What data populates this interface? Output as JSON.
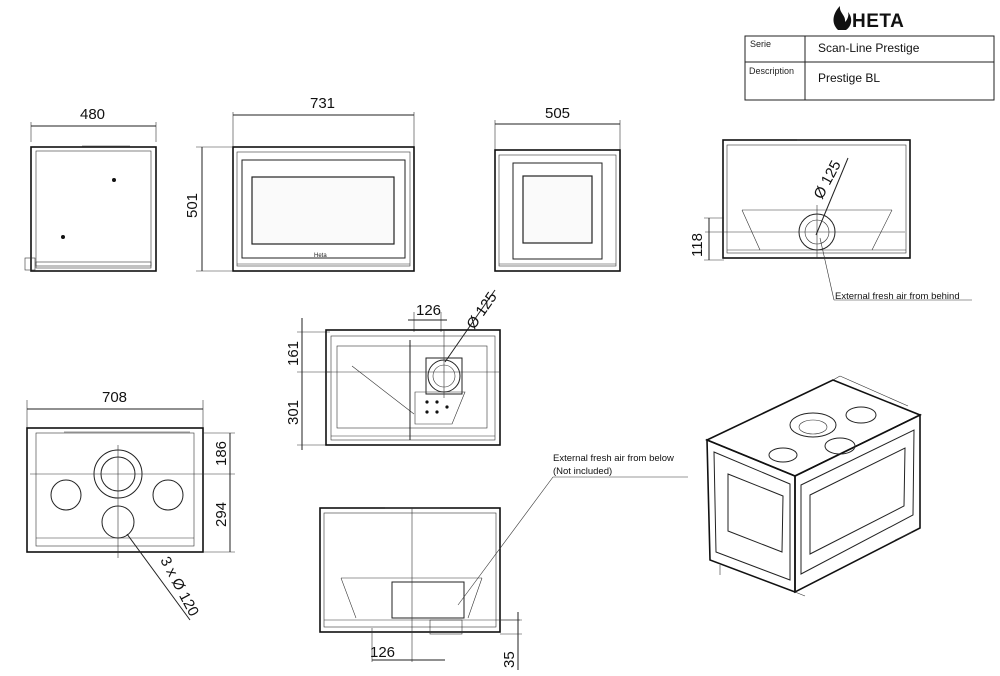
{
  "brand": {
    "name": "HETA",
    "icon": "flame-icon"
  },
  "title_block": {
    "serie_label": "Serie",
    "serie_value": "Scan-Line Prestige",
    "description_label": "Description",
    "description_value": "Prestige BL"
  },
  "dimensions": {
    "side_width": "480",
    "front_width": "731",
    "front_height": "501",
    "back_width": "505",
    "top_outlet_height": "118",
    "top_outlet_diameter": "Ø 125",
    "bottom_width": "708",
    "bottom_186": "186",
    "bottom_294": "294",
    "bottom_holes": "3 x Ø 120",
    "section_126": "126",
    "section_125": "Ø 125",
    "section_161": "161",
    "section_301": "301",
    "lower_126": "126",
    "lower_35": "35"
  },
  "notes": {
    "air_behind": "External fresh air from behind",
    "air_below_1": "External fresh air from below",
    "air_below_2": "(Not included)"
  },
  "colors": {
    "line": "#222222",
    "background": "#ffffff"
  }
}
